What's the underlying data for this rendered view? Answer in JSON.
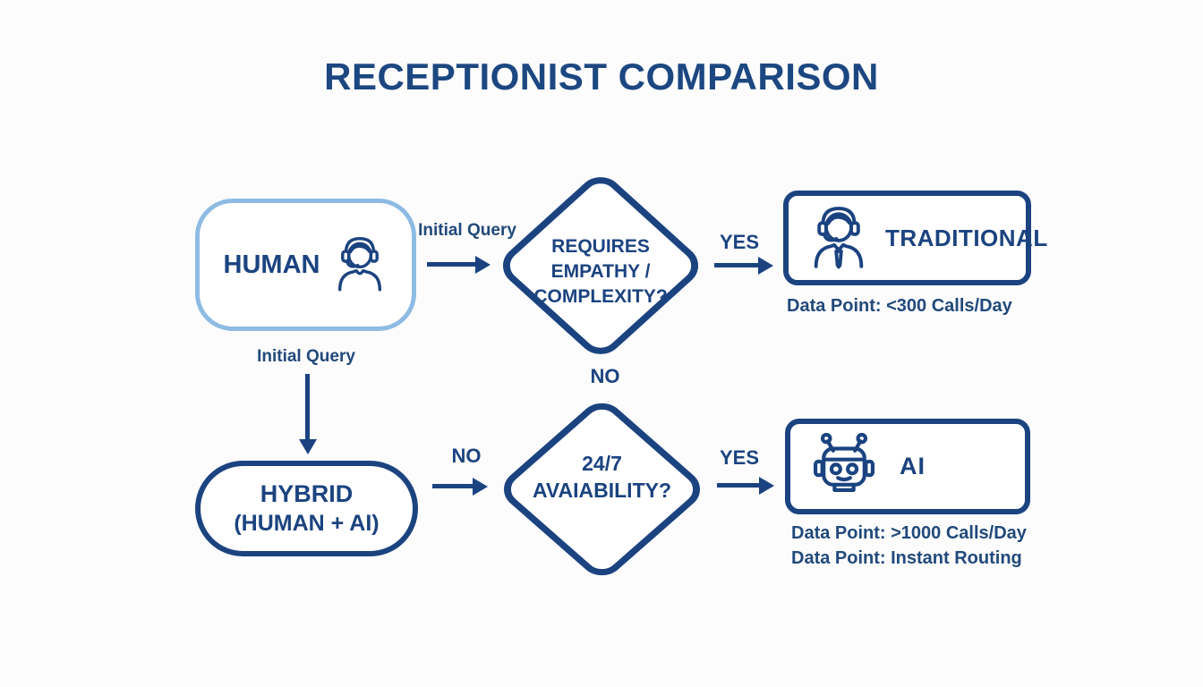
{
  "title": "RECEPTIONIST COMPARISON",
  "colors": {
    "navy": "#1b4380",
    "light_blue": "#8ebbe3",
    "caption_navy": "#21497b",
    "background": "#fcfcfd"
  },
  "nodes": {
    "human": {
      "label": "HUMAN",
      "icon": "headset-agent-icon"
    },
    "decision_empathy": {
      "line1": "REQUIRES",
      "line2": "EMPATHY /",
      "line3": "COMPLEXITY?"
    },
    "traditional": {
      "label": "TRADITIONAL",
      "icon": "headset-agent-tie-icon",
      "data_point": "Data Point: <300 Calls/Day"
    },
    "hybrid": {
      "line1": "HYBRID",
      "line2": "(HUMAN + AI)"
    },
    "decision_availability": {
      "line1": "24/7",
      "line2": "AVAIABILITY?"
    },
    "ai": {
      "label": "AI",
      "icon": "robot-icon",
      "data_points": [
        "Data Point: >1000 Calls/Day",
        "Data Point: Instant Routing"
      ]
    }
  },
  "edges": {
    "human_to_empathy": "Initial Query",
    "human_to_hybrid": "Initial Query",
    "empathy_yes": "YES",
    "empathy_no": "NO",
    "hybrid_to_availability": "NO",
    "availability_yes": "YES"
  }
}
